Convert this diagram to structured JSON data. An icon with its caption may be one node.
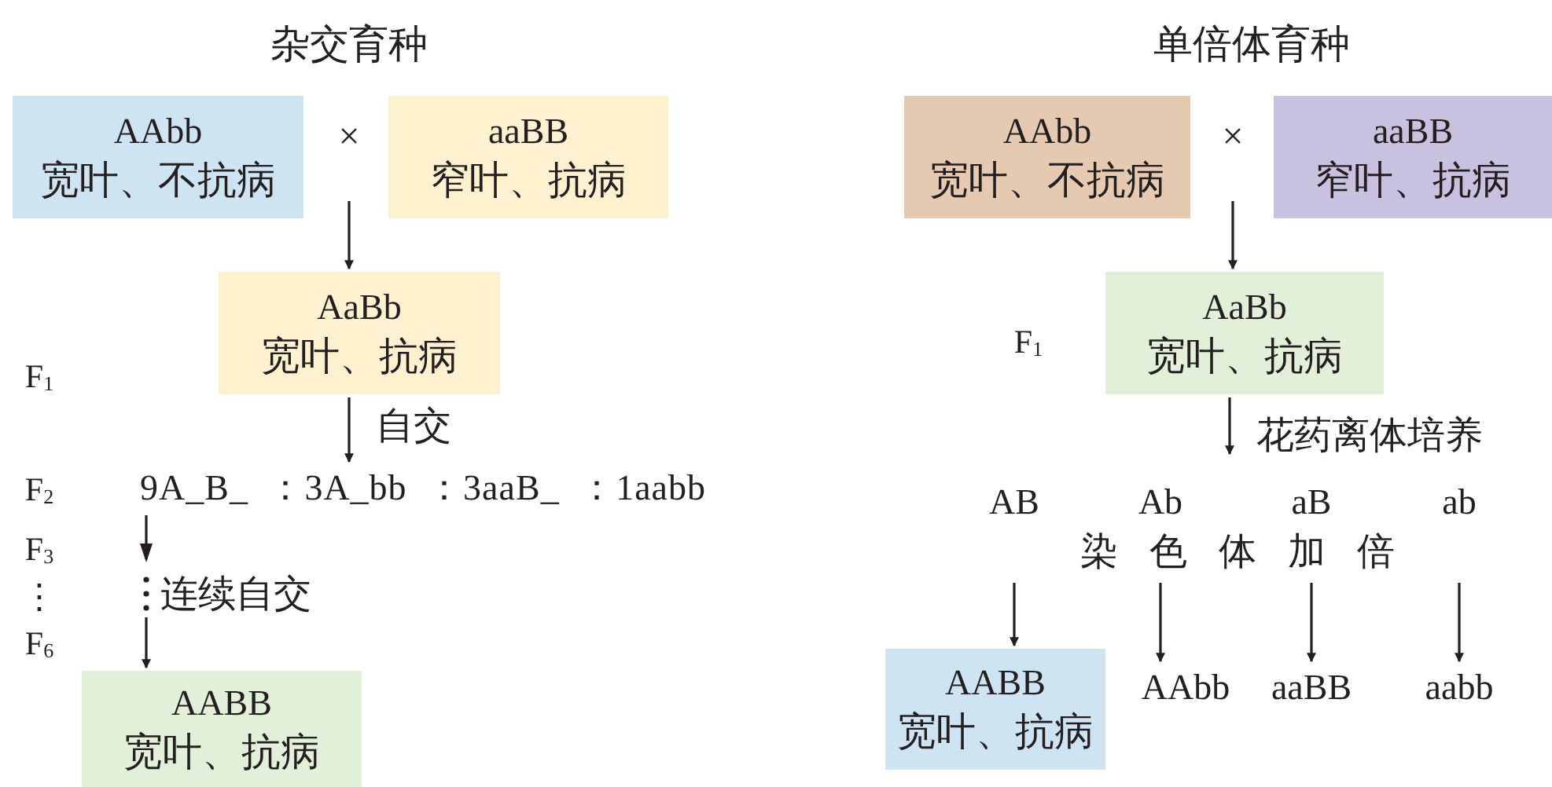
{
  "diagram": {
    "nodes": [
      {
        "text": [
          "AAbb",
          "宽叶、不抗病"
        ]
      },
      {
        "text": [
          "aaBB",
          "窄叶、抗病"
        ]
      },
      {
        "text": [
          "AaBb",
          "宽叶、抗病"
        ]
      },
      {
        "text": [
          "9A_B_ ：3A_bb ：3aaB_ ：1aabb"
        ]
      },
      {
        "text": [
          "AABB",
          "宽叶、抗病"
        ]
      },
      {
        "text": [
          "AAbb",
          "宽叶、不抗病"
        ]
      },
      {
        "text": [
          "aaBB",
          "窄叶、抗病"
        ]
      },
      {
        "text": [
          "AaBb",
          "宽叶、抗病"
        ]
      },
      {
        "text": [
          "AB"
        ]
      },
      {
        "text": [
          "Ab"
        ]
      },
      {
        "text": [
          "aB"
        ]
      },
      {
        "text": [
          "ab"
        ]
      },
      {
        "text": [
          "AABB",
          "宽叶、抗病"
        ]
      },
      {
        "text": [
          "AAbb"
        ]
      },
      {
        "text": [
          "aaBB"
        ]
      },
      {
        "text": [
          "aabb"
        ]
      }
    ],
    "edges": [
      {
        "from": null,
        "to": 2,
        "arrow": "to"
      },
      {
        "from": 2,
        "to": 3,
        "arrow": "to",
        "label": "自交"
      },
      {
        "from": 3,
        "to": 4,
        "arrow": "to",
        "label": "连续自交"
      },
      {
        "from": null,
        "to": 7,
        "arrow": "to"
      },
      {
        "from": 7,
        "to": null,
        "arrow": "to",
        "label": "花药离体培养"
      },
      {
        "from": 8,
        "to": 12,
        "arrow": "to"
      },
      {
        "from": 9,
        "to": 13,
        "arrow": "to"
      },
      {
        "from": 10,
        "to": 14,
        "arrow": "to"
      },
      {
        "from": 11,
        "to": 15,
        "arrow": "to"
      }
    ],
    "labels": [
      "杂交育种",
      "单倍体育种",
      "×",
      "F$_{1}$",
      "F$_{2}$",
      "F$_{3}$",
      "⋮",
      "F$_{6}$",
      "×",
      "F$_{1}$",
      "染色体加倍"
    ]
  }
}
